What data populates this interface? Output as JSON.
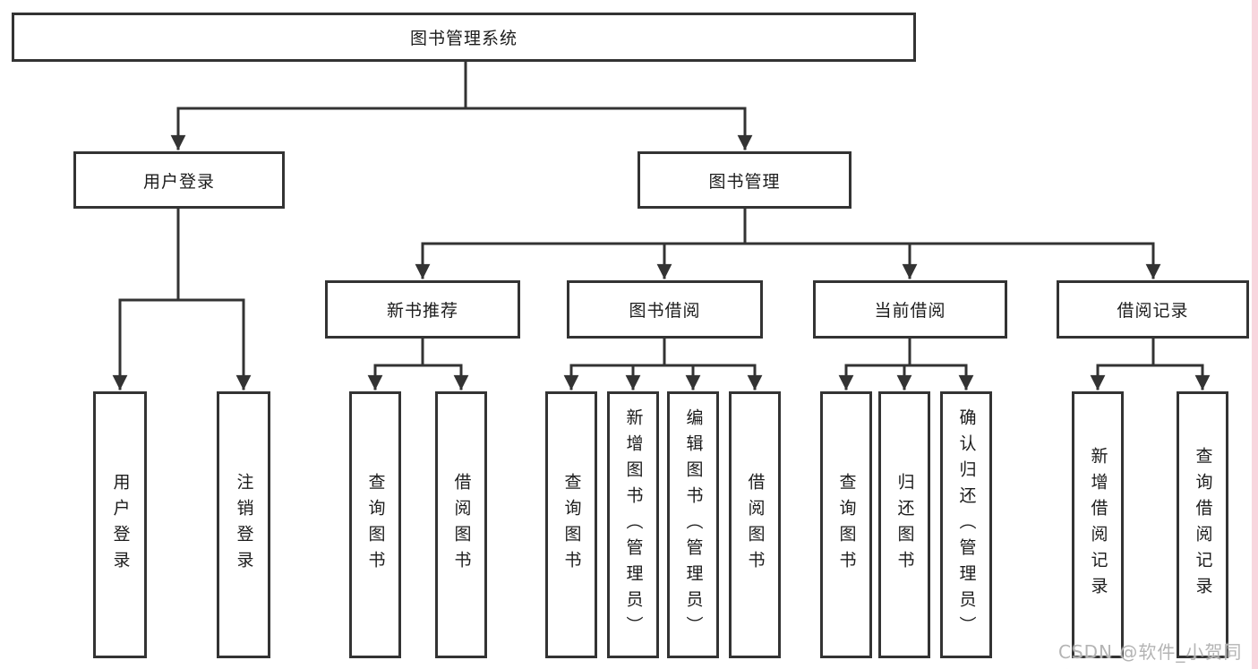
{
  "colors": {
    "line": "#333333",
    "text": "#1c1c1c",
    "watermark": "#b4b4b4",
    "edge_strip": "#f8d6de"
  },
  "watermark": {
    "text": "CSDN @软件_小贺同学"
  },
  "root": {
    "label": "图书管理系统",
    "children": [
      {
        "label": "用户登录",
        "children": [
          {
            "label": "用户登录"
          },
          {
            "label": "注销登录"
          }
        ]
      },
      {
        "label": "图书管理",
        "children": [
          {
            "label": "新书推荐",
            "children": [
              {
                "label": "查询图书"
              },
              {
                "label": "借阅图书"
              }
            ]
          },
          {
            "label": "图书借阅",
            "children": [
              {
                "label": "查询图书"
              },
              {
                "label": "新增图书（管理员）"
              },
              {
                "label": "编辑图书（管理员）"
              },
              {
                "label": "借阅图书"
              }
            ]
          },
          {
            "label": "当前借阅",
            "children": [
              {
                "label": "查询图书"
              },
              {
                "label": "归还图书"
              },
              {
                "label": "确认归还（管理员）"
              }
            ]
          },
          {
            "label": "借阅记录",
            "children": [
              {
                "label": "新增借阅记录"
              },
              {
                "label": "查询借阅记录"
              }
            ]
          }
        ]
      }
    ]
  }
}
